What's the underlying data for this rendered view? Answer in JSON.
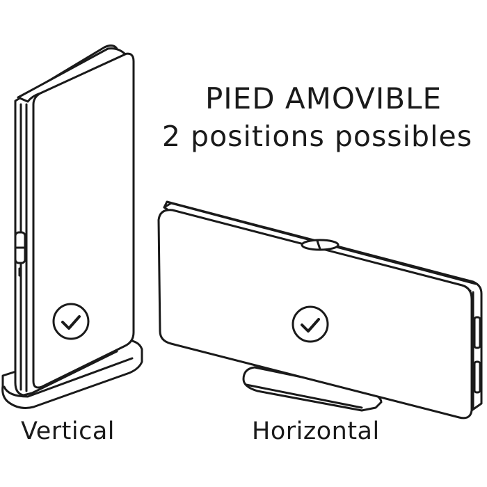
{
  "heading": {
    "line1": "PIED AMOVIBLE",
    "line2": "2 positions possibles"
  },
  "captions": {
    "vertical": "Vertical",
    "horizontal": "Horizontal"
  },
  "icons": {
    "vertical_check": "check-circle-icon",
    "horizontal_check": "check-circle-icon"
  },
  "colors": {
    "line": "#1a1a1a",
    "fill": "#ffffff"
  }
}
